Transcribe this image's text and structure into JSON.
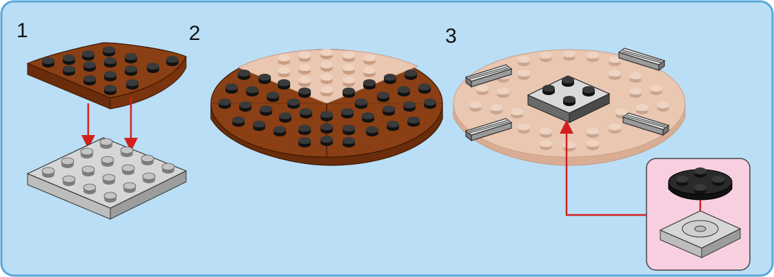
{
  "steps": [
    {
      "number": "1"
    },
    {
      "number": "2"
    },
    {
      "number": "3"
    }
  ],
  "colors": {
    "background": "#b9def5",
    "frame": "#5aa6d9",
    "brown": "#8b3f14",
    "brown_dark": "#6a2c0a",
    "tan": "#eac7b1",
    "tan_dark": "#d9ad94",
    "light_gray": "#d6d6d6",
    "stud_black": "#1c1c1c",
    "arrow_red": "#d22020",
    "callout_pink": "#f8cfe0"
  },
  "icons": [
    "brown-quarter-round-plate",
    "light-gray-4x4-plate",
    "brown-round-plate",
    "tan-round-plate",
    "grille-tile",
    "black-2x2-plate",
    "round-1x1-plate",
    "jumper-plate",
    "red-arrow"
  ]
}
